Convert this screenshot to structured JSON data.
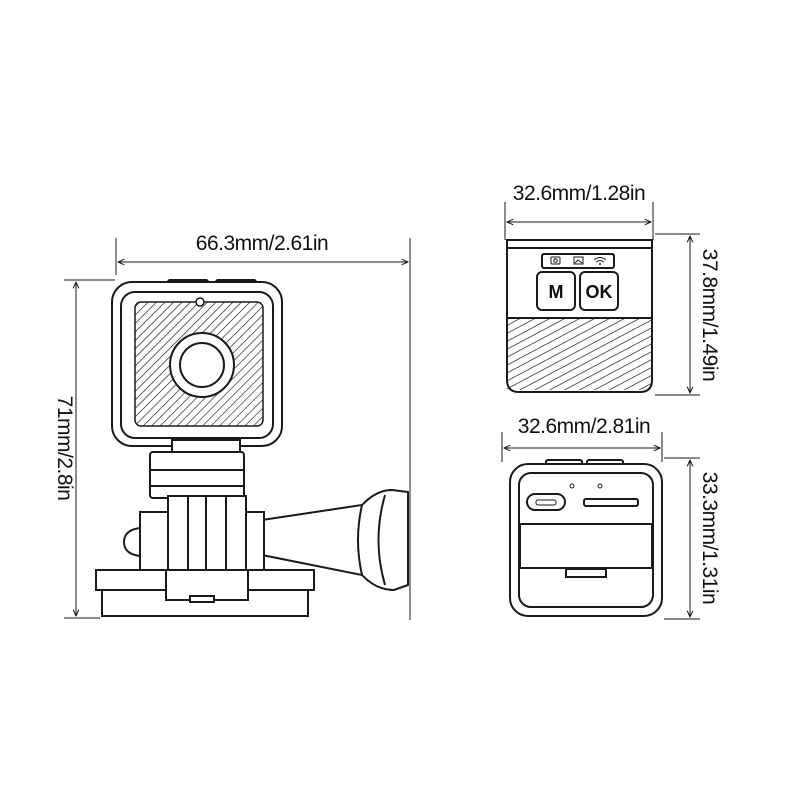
{
  "dimensions": {
    "main_width": "66.3mm/2.61in",
    "main_height": "71mm/2.8in",
    "top_width": "32.6mm/1.28in",
    "top_height": "37.8mm/1.49in",
    "bottom_width": "32.6mm/2.81in",
    "bottom_height": "33.3mm/1.31in"
  },
  "buttons": {
    "mode": "M",
    "ok": "OK"
  },
  "icons": {
    "status": [
      "camera-icon",
      "image-icon",
      "wifi-icon"
    ],
    "ports": [
      "usb-port-icon",
      "sd-card-slot-icon"
    ]
  },
  "colors": {
    "line": "#1a1a1a",
    "background": "#ffffff"
  }
}
